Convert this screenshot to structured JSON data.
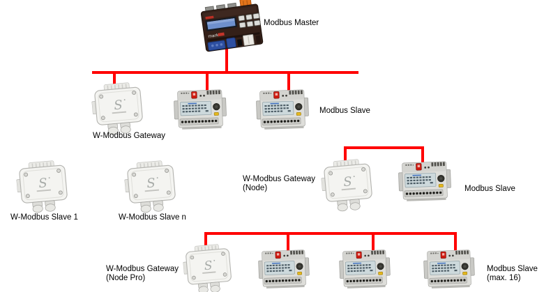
{
  "colors": {
    "bus_line": "#ff0000",
    "label_text": "#000000",
    "background": "#ffffff"
  },
  "labels": {
    "master": "Modbus Master",
    "gateway": "W-Modbus Gateway",
    "slave_row2": "Modbus Slave",
    "w_slave_1": "W-Modbus Slave 1",
    "w_slave_n": "W-Modbus Slave n",
    "node_gateway_1": "W-Modbus Gateway",
    "node_gateway_2": "(Node)",
    "node_slave": "Modbus Slave",
    "nodepro_gateway_1": "W-Modbus Gateway",
    "nodepro_gateway_2": "(Node Pro)",
    "max_slaves_1": "Modbus Slave",
    "max_slaves_2": "(max. 16)"
  },
  "sensor_logo": "S",
  "master_brand": "mark",
  "devices": [
    {
      "icon": "plc-controller-icon",
      "label": "Modbus Master"
    },
    {
      "icon": "wireless-sensor-icon",
      "label": "W-Modbus Gateway"
    },
    {
      "icon": "din-meter-icon",
      "label": "Modbus Slave"
    },
    {
      "icon": "din-meter-icon",
      "label": "Modbus Slave"
    },
    {
      "icon": "wireless-sensor-icon",
      "label": "W-Modbus Slave 1"
    },
    {
      "icon": "wireless-sensor-icon",
      "label": "W-Modbus Slave n"
    },
    {
      "icon": "wireless-sensor-icon",
      "label": "W-Modbus Gateway (Node)"
    },
    {
      "icon": "din-meter-icon",
      "label": "Modbus Slave"
    },
    {
      "icon": "wireless-sensor-icon",
      "label": "W-Modbus Gateway (Node Pro)"
    },
    {
      "icon": "din-meter-icon",
      "label": "Modbus Slave (max. 16)"
    },
    {
      "icon": "din-meter-icon",
      "label": "Modbus Slave (max. 16)"
    },
    {
      "icon": "din-meter-icon",
      "label": "Modbus Slave (max. 16)"
    }
  ]
}
